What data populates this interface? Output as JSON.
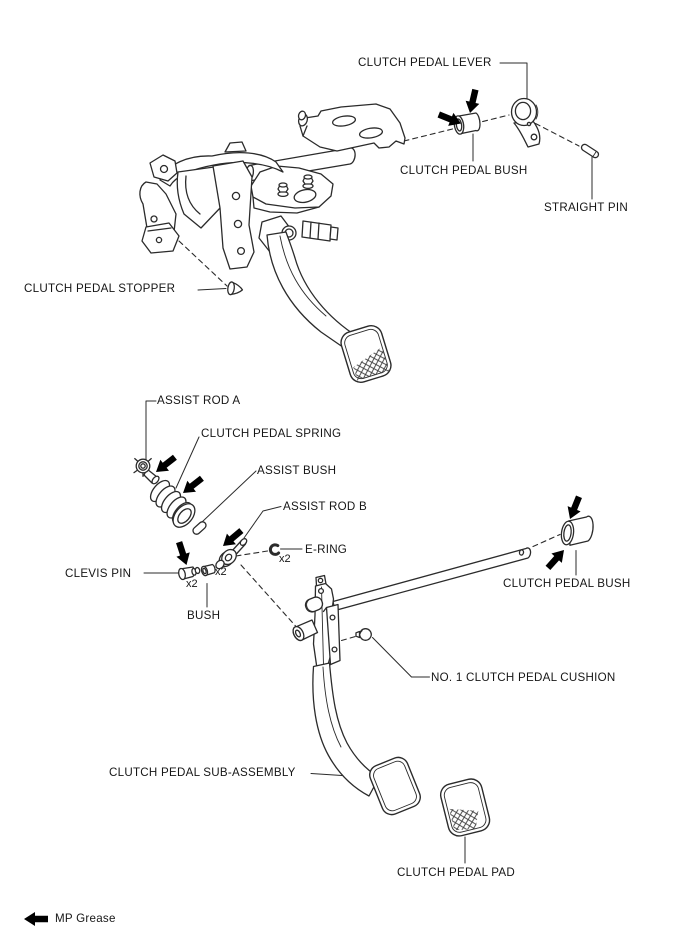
{
  "page": {
    "background": "#ffffff",
    "line_color": "#2b2b2b",
    "grease_arrow_color": "#000000"
  },
  "labels": {
    "clutch_pedal_lever": "CLUTCH PEDAL LEVER",
    "clutch_pedal_bush_upper": "CLUTCH PEDAL BUSH",
    "straight_pin": "STRAIGHT PIN",
    "clutch_pedal_stopper": "CLUTCH PEDAL STOPPER",
    "assist_rod_a": "ASSIST ROD A",
    "clutch_pedal_spring": "CLUTCH PEDAL SPRING",
    "assist_bush": "ASSIST BUSH",
    "assist_rod_b": "ASSIST ROD B",
    "e_ring": "E-RING",
    "e_ring_qty": "x2",
    "clevis_pin": "CLEVIS PIN",
    "clevis_pin_qty": "x2",
    "bush": "BUSH",
    "bush_qty": "x2",
    "clutch_pedal_bush_right": "CLUTCH PEDAL BUSH",
    "no1_clutch_pedal_cushion": "NO. 1 CLUTCH PEDAL CUSHION",
    "clutch_pedal_sub_assembly": "CLUTCH PEDAL SUB-ASSEMBLY",
    "clutch_pedal_pad": "CLUTCH PEDAL PAD"
  },
  "legend": {
    "mp_grease": "MP Grease"
  }
}
